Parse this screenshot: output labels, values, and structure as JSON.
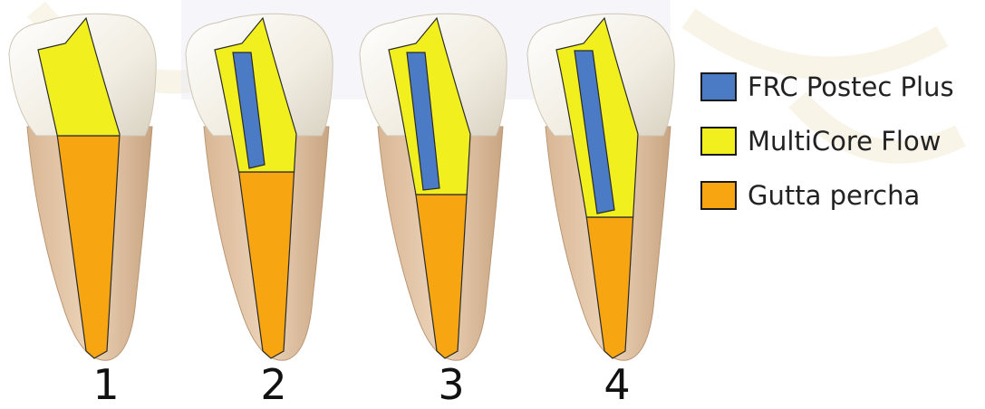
{
  "colors": {
    "frc_post": "#4a7bc4",
    "multicore": "#f2ef1f",
    "gutta_percha": "#f7a612",
    "crown_enamel": "#f4f1e8",
    "root_dentin": "#e2c4a4",
    "outline": "#2a2a2a"
  },
  "legend": [
    {
      "label": "FRC Postec Plus",
      "color_key": "frc_post",
      "icon": "blue-square-icon"
    },
    {
      "label": "MultiCore Flow",
      "color_key": "multicore",
      "icon": "yellow-square-icon"
    },
    {
      "label": "Gutta percha",
      "color_key": "gutta_percha",
      "icon": "orange-square-icon"
    }
  ],
  "teeth": [
    {
      "number": "1",
      "post_present": false
    },
    {
      "number": "2",
      "post_present": true
    },
    {
      "number": "3",
      "post_present": true
    },
    {
      "number": "4",
      "post_present": true
    }
  ]
}
